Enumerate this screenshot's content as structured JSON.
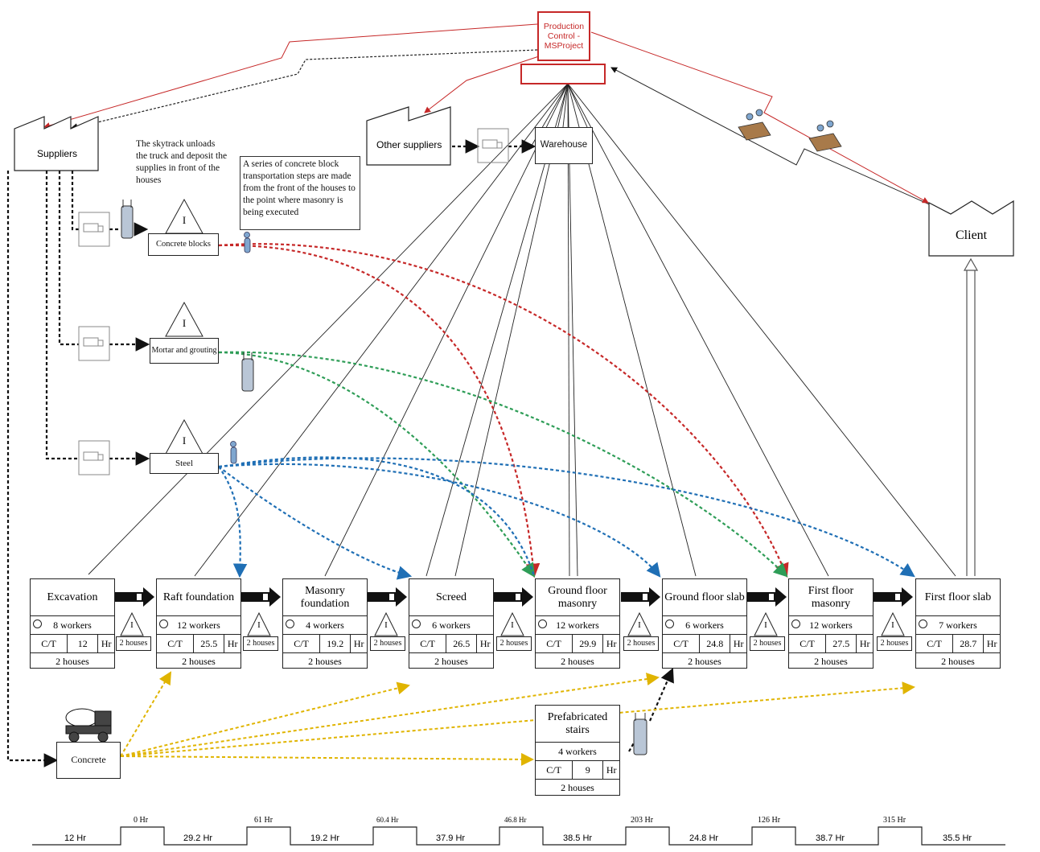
{
  "production_control": {
    "line1": "Production",
    "line2": "Control -",
    "line3": "MSProject"
  },
  "suppliers": "Suppliers",
  "other_suppliers": "Other suppliers",
  "warehouse": "Warehouse",
  "client": "Client",
  "notes": {
    "skytrack": "The skytrack unloads the truck and deposit the supplies in front of the houses",
    "blocks": "A series of concrete block transportation steps are made from the front of the houses to the point where masonry is being executed"
  },
  "materials": {
    "concrete_blocks": "Concrete blocks",
    "mortar": "Mortar and grouting",
    "steel": "Steel",
    "concrete": "Concrete"
  },
  "inventory_symbol": "I",
  "processes": [
    {
      "name": "Excavation",
      "workers": "8 workers",
      "ct_label": "C/T",
      "ct": "12",
      "unit": "Hr",
      "houses": "2 houses"
    },
    {
      "name": "Raft foundation",
      "workers": "12 workers",
      "ct_label": "C/T",
      "ct": "25.5",
      "unit": "Hr",
      "houses": "2 houses"
    },
    {
      "name": "Masonry foundation",
      "workers": "4 workers",
      "ct_label": "C/T",
      "ct": "19.2",
      "unit": "Hr",
      "houses": "2 houses"
    },
    {
      "name": "Screed",
      "workers": "6 workers",
      "ct_label": "C/T",
      "ct": "26.5",
      "unit": "Hr",
      "houses": "2 houses"
    },
    {
      "name": "Ground floor masonry",
      "workers": "12 workers",
      "ct_label": "C/T",
      "ct": "29.9",
      "unit": "Hr",
      "houses": "2 houses"
    },
    {
      "name": "Ground floor slab",
      "workers": "6 workers",
      "ct_label": "C/T",
      "ct": "24.8",
      "unit": "Hr",
      "houses": "2 houses"
    },
    {
      "name": "First floor masonry",
      "workers": "12 workers",
      "ct_label": "C/T",
      "ct": "27.5",
      "unit": "Hr",
      "houses": "2 houses"
    },
    {
      "name": "First floor slab",
      "workers": "7 workers",
      "ct_label": "C/T",
      "ct": "28.7",
      "unit": "Hr",
      "houses": "2 houses"
    }
  ],
  "inventories": [
    "2 houses",
    "2 houses",
    "2 houses",
    "2 houses",
    "2 houses",
    "2 houses",
    "2 houses"
  ],
  "prefab": {
    "name": "Prefabricated stairs",
    "workers": "4 workers",
    "ct_label": "C/T",
    "ct": "9",
    "unit": "Hr",
    "houses": "2 houses"
  },
  "timeline": {
    "low": [
      "12  Hr",
      "29.2  Hr",
      "19.2  Hr",
      "37.9  Hr",
      "38.5  Hr",
      "24.8  Hr",
      "38.7  Hr",
      "35.5  Hr"
    ],
    "high": [
      "0  Hr",
      "61  Hr",
      "60.4  Hr",
      "46.8  Hr",
      "203  Hr",
      "126  Hr",
      "315  Hr"
    ]
  }
}
